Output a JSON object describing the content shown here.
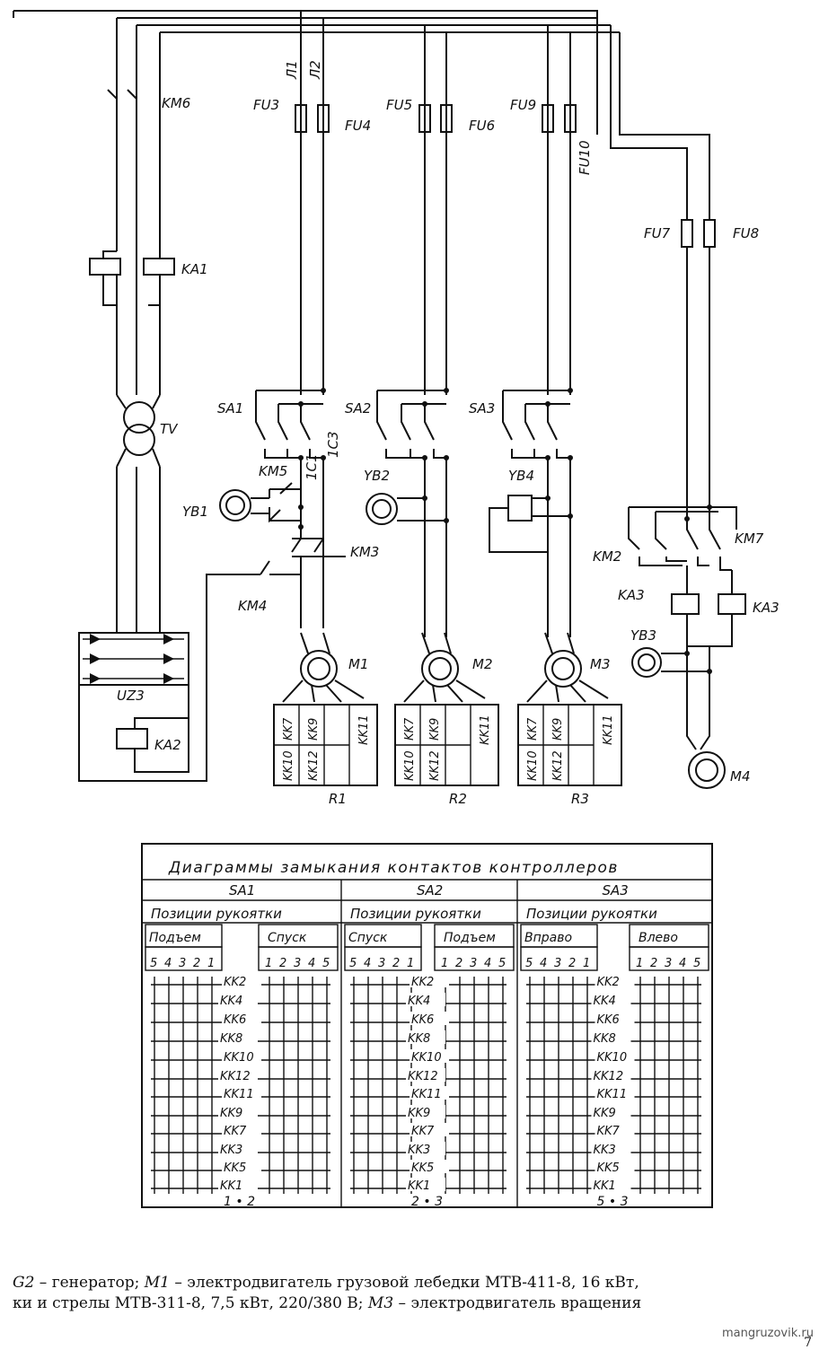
{
  "schematic": {
    "labels": {
      "km6": "KM6",
      "ka1": "KA1",
      "tv": "TV",
      "uz3": "UZ3",
      "ka2": "KA2",
      "l1": "Л1",
      "l2": "Л2",
      "fu3": "FU3",
      "fu4": "FU4",
      "fu5": "FU5",
      "fu6": "FU6",
      "fu9": "FU9",
      "fu10": "FU10",
      "fu7": "FU7",
      "fu8": "FU8",
      "sa1": "SA1",
      "sa2": "SA2",
      "sa3": "SA3",
      "c1": "1C1",
      "c3": "1C3",
      "km5": "KM5",
      "km3": "KM3",
      "km4": "KM4",
      "km2": "KM2",
      "km7": "KM7",
      "ka3a": "KA3",
      "ka3b": "KA3",
      "yb1": "YB1",
      "yb2": "YB2",
      "yb3": "YB3",
      "yb4": "YB4",
      "m1": "M1",
      "m2": "M2",
      "m3": "M3",
      "m4": "M4",
      "r1": "R1",
      "r2": "R2",
      "r3": "R3",
      "kk7": "KK7",
      "kk9": "KK9",
      "kk10": "KK10",
      "kk11": "KK11",
      "kk12": "KK12"
    }
  },
  "table": {
    "title": "Диаграммы замыкания контактов контроллеров",
    "positions_label": "Позиции рукоятки",
    "contacts": [
      "KK2",
      "KK4",
      "KK6",
      "KK8",
      "KK10",
      "KK12",
      "KK11",
      "KK9",
      "KK7",
      "KK3",
      "KK5",
      "KK1"
    ],
    "nums_desc": [
      "5",
      "4",
      "3",
      "2",
      "1"
    ],
    "nums_asc": [
      "1",
      "2",
      "3",
      "4",
      "5"
    ],
    "controllers": [
      {
        "name": "SA1",
        "left_dir": "Подъем",
        "right_dir": "Спуск",
        "footer": "1 • 2"
      },
      {
        "name": "SA2",
        "left_dir": "Спуск",
        "right_dir": "Подъем",
        "footer": "2 • 3"
      },
      {
        "name": "SA3",
        "left_dir": "Вправо",
        "right_dir": "Влево",
        "footer": "5 • 3"
      }
    ]
  },
  "caption": {
    "g2": "G2",
    "g2_text": " – генератор; ",
    "m1": "M1",
    "m1_text": " – электродвигатель грузовой лебедки МТВ-411-8, 16 кВт,",
    "line2a": "ки и стрелы МТВ-311-8, 7,5 кВт, 220/380 В; ",
    "m3": "M3",
    "line2b": " – электродвигатель вращения"
  },
  "watermark": "mangruzovik.ru",
  "page_number": "7"
}
